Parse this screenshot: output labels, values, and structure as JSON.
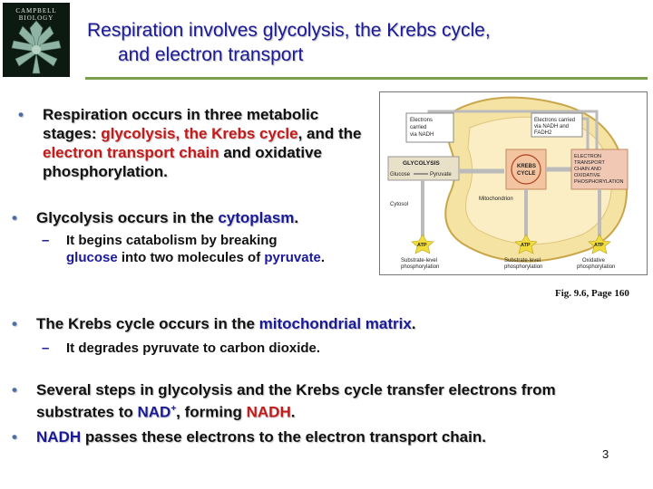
{
  "logo": {
    "title": "CAMPBELL BIOLOGY"
  },
  "title": {
    "line1": "Respiration involves glycolysis, the Krebs cycle,",
    "line2": "and electron transport"
  },
  "bullets": {
    "b1": {
      "t1": "Respiration occurs in three metabolic stages: ",
      "h1": "glycolysis, the Krebs cycle",
      "t2": ", and the ",
      "h2": "electron transport chain",
      "t3": " and oxidative phosphorylation."
    },
    "b2": {
      "t1": "Glycolysis occurs in the ",
      "h1": "cytoplasm",
      "t2": "."
    },
    "b2s": {
      "t1": "It begins catabolism by breaking ",
      "h1": "glucose",
      "t2": " into two molecules of ",
      "h2": "pyruvate",
      "t3": "."
    },
    "b3": {
      "t1": "The Krebs cycle occurs in the ",
      "h1": "mitochondrial matrix",
      "t2": "."
    },
    "b3s": {
      "t1": "It degrades pyruvate to carbon dioxide."
    },
    "b4": {
      "t1": "Several steps in glycolysis and the Krebs cycle transfer electrons from substrates to ",
      "h1": "NAD",
      "sup": "+",
      "t2": ", forming ",
      "h2": "NADH",
      "t3": "."
    },
    "b5": {
      "h1": "NADH",
      "t1": " passes these electrons to the electron transport chain."
    }
  },
  "bullet_symbol": "•",
  "dash_symbol": "–",
  "figure": {
    "box1": {
      "l1": "Electrons",
      "l2": "carried",
      "l3": "via NADH"
    },
    "box2": {
      "l1": "Electrons carried",
      "l2": "via NADH and",
      "l3": "FADH2"
    },
    "glycolysis": "GLYCOLYSIS",
    "glucose": "Glucose",
    "pyruvate": "Pyruvate",
    "krebs": {
      "l1": "KREBS",
      "l2": "CYCLE"
    },
    "etc": {
      "l1": "ELECTRON",
      "l2": "TRANSPORT",
      "l3": "CHAIN AND",
      "l4": "OXIDATIVE",
      "l5": "PHOSPHORYLATION"
    },
    "mitochondrion": "Mitochondrion",
    "cytosol": "Cytosol",
    "atp": "ATP",
    "p1": {
      "l1": "Substrate-level",
      "l2": "phosphorylation"
    },
    "p2": {
      "l1": "Substrate-level",
      "l2": "phosphorylation"
    },
    "p3": {
      "l1": "Oxidative",
      "l2": "phosphorylation"
    }
  },
  "caption": "Fig. 9.6, Page 160",
  "page_number": "3",
  "colors": {
    "title": "#1a1a99",
    "highlight_red": "#c41a1a",
    "highlight_blue": "#1a1a99",
    "rule": "#7a9e4a",
    "mito_fill": "#f5e3a3",
    "atp_fill": "#f2dc39"
  }
}
